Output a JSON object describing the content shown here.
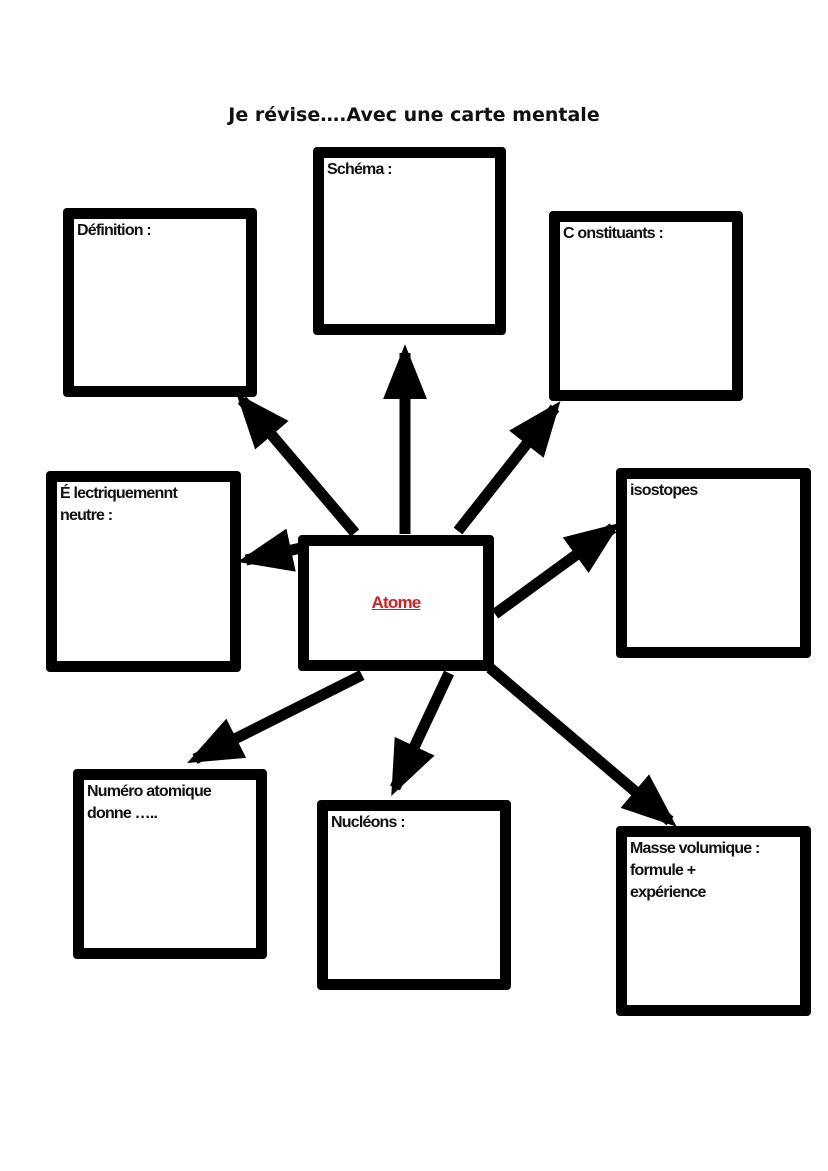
{
  "title": "Je révise….Avec une carte mentale",
  "center": {
    "label": "Atome",
    "color": "#e01b1b"
  },
  "boxes": {
    "schema": "Schéma :",
    "definition": "Définition :",
    "constituants": "C onstituants :",
    "electriquement": "É lectriquemennt\nneutre :",
    "isotopes": "isostopes",
    "numero": "Numéro atomique\ndonne …..",
    "nucleons": "Nucléons :",
    "masse": "Masse volumique :\nformule +\nexpérience"
  }
}
